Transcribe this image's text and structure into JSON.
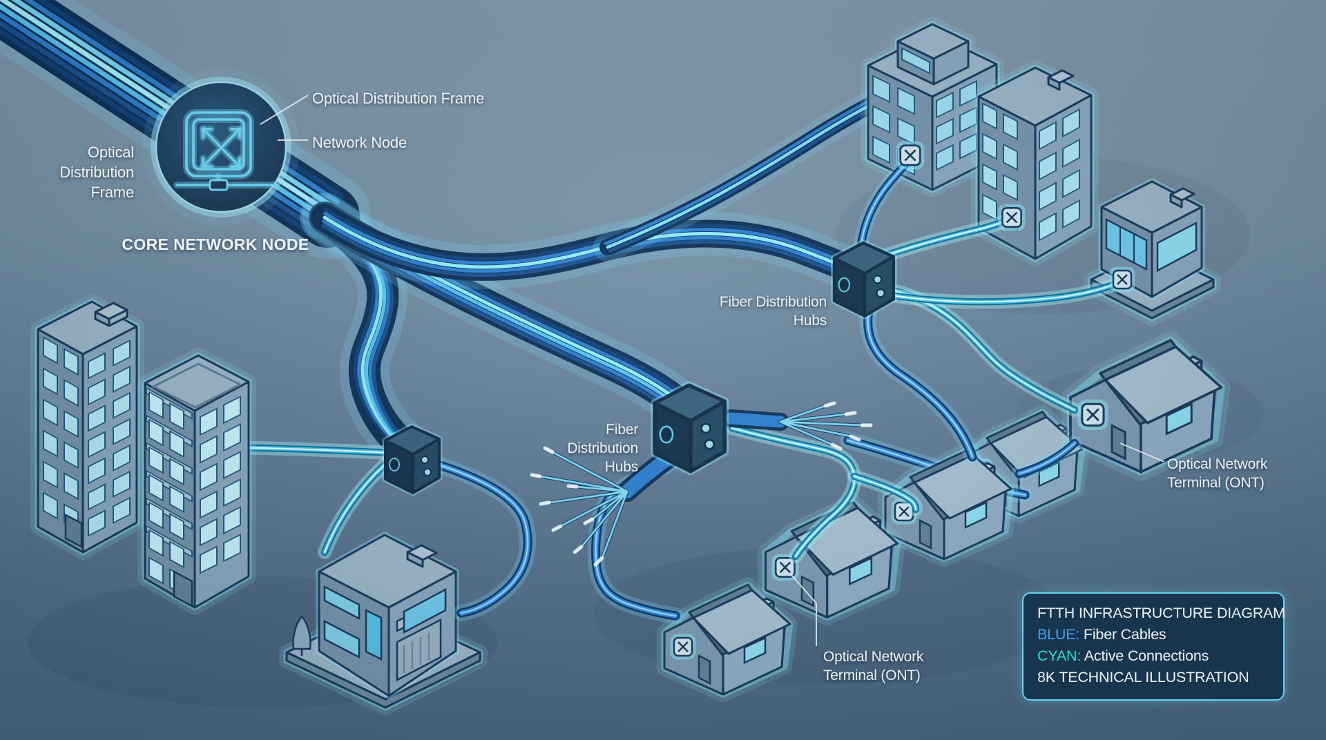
{
  "colors": {
    "background_top": "#8298AB",
    "background_bottom": "#4A6680",
    "fiber_blue": "#2E8FE6",
    "active_cyan": "#3CC9F2",
    "cable_casing": "#0C2F55",
    "glow_cyan": "#9FE8FF",
    "node_fill": "#1B3C59",
    "icon_stroke": "#6FDCFA",
    "legend_blue": "#4AA0E4",
    "legend_cyan": "#2BDCD2",
    "label_text": "#EDF3F7"
  },
  "core_node": {
    "side_label": "Optical\nDistribution\nFrame",
    "callout_frame": "Optical Distribution Frame",
    "callout_node": "Network Node",
    "title": "CORE NETWORK NODE"
  },
  "hubs": {
    "right_label": "Fiber Distribution\nHubs",
    "center_label": "Fiber\nDistribution\nHubs"
  },
  "terminals": {
    "right_label": "Optical Network\nTerminal (ONT)",
    "bottom_label": "Optical Network\nTerminal (ONT)"
  },
  "legend": {
    "title": "FTTH INFRASTRUCTURE DIAGRAM",
    "entries": [
      {
        "key": "BLUE:",
        "key_color": "#4AA0E4",
        "label": "Fiber Cables"
      },
      {
        "key": "CYAN:",
        "key_color": "#2BDCD2",
        "label": "Active Connections"
      }
    ],
    "footer": "8K TECHNICAL ILLUSTRATION"
  }
}
